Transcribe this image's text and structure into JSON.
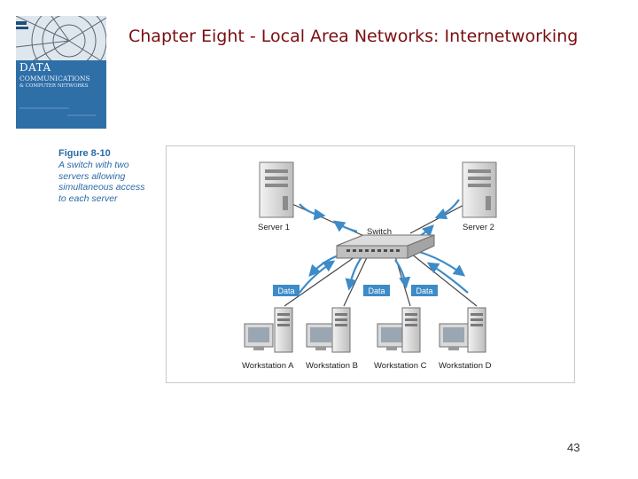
{
  "slide": {
    "title": "Chapter Eight - Local Area Networks: Internetworking",
    "page_number": "43"
  },
  "book_cover": {
    "title": "DATA",
    "subtitle_line1": "COMMUNICATIONS",
    "subtitle_line2": "& COMPUTER NETWORKS",
    "colors": {
      "background": "#2f6fa8",
      "accent": "#7fa9cc"
    }
  },
  "figure": {
    "number": "Figure 8-10",
    "caption": "A switch with two servers allowing simultaneous access to each server",
    "switch_label": "Switch",
    "servers": [
      "Server 1",
      "Server 2"
    ],
    "workstations": [
      "Workstation A",
      "Workstation B",
      "Workstation C",
      "Workstation D"
    ],
    "data_labels": [
      "Data",
      "Data",
      "Data"
    ],
    "colors": {
      "data_tag": "#3d8bc7",
      "arrow": "#3d8bc7",
      "link": "#444444"
    }
  }
}
